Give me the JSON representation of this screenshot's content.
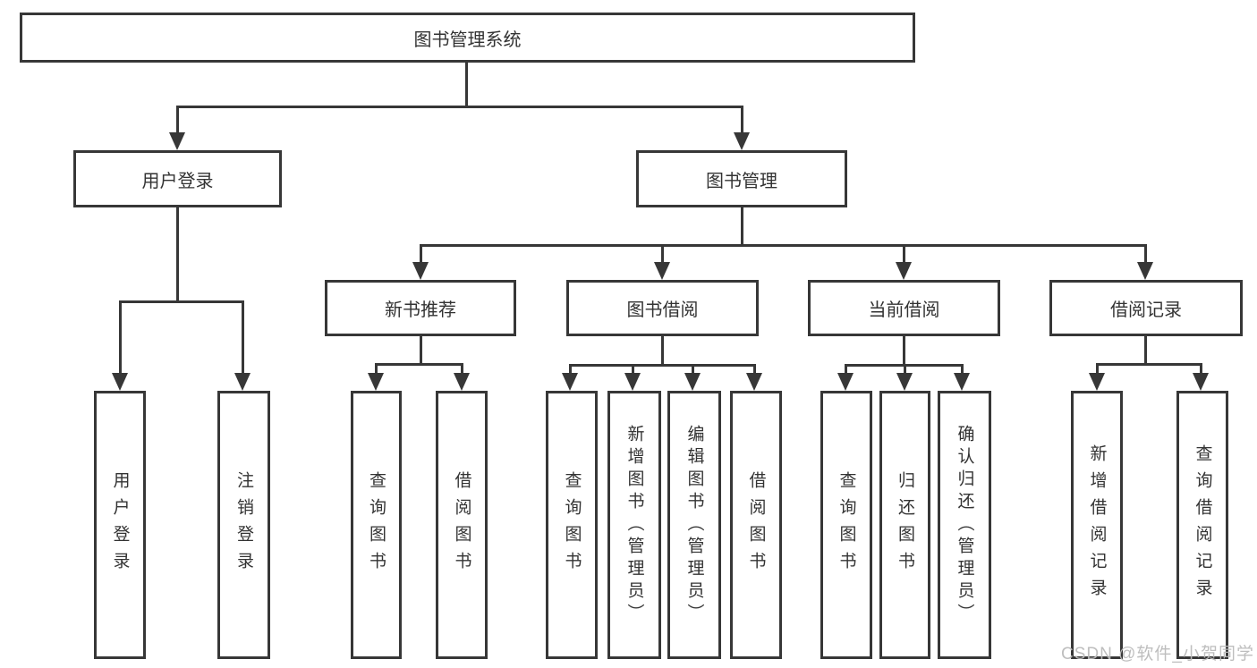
{
  "diagram_title": "图书管理系统",
  "tree": {
    "label": "图书管理系统",
    "children": [
      {
        "label": "用户登录",
        "children": [
          {
            "label": "用户登录"
          },
          {
            "label": "注销登录"
          }
        ]
      },
      {
        "label": "图书管理",
        "children": [
          {
            "label": "新书推荐",
            "children": [
              {
                "label": "查询图书"
              },
              {
                "label": "借阅图书"
              }
            ]
          },
          {
            "label": "图书借阅",
            "children": [
              {
                "label": "查询图书"
              },
              {
                "label": "新增图书（管理员）"
              },
              {
                "label": "编辑图书（管理员）"
              },
              {
                "label": "借阅图书"
              }
            ]
          },
          {
            "label": "当前借阅",
            "children": [
              {
                "label": "查询图书"
              },
              {
                "label": "归还图书"
              },
              {
                "label": "确认归还（管理员）"
              }
            ]
          },
          {
            "label": "借阅记录",
            "children": [
              {
                "label": "新增借阅记录"
              },
              {
                "label": "查询借阅记录"
              }
            ]
          }
        ]
      }
    ]
  },
  "colors": {
    "line": "#373737",
    "text": "#333333",
    "background": "#ffffff",
    "watermark": "#bbbbbb"
  },
  "watermark": {
    "text": "CSDN @软件_小贺同学"
  }
}
